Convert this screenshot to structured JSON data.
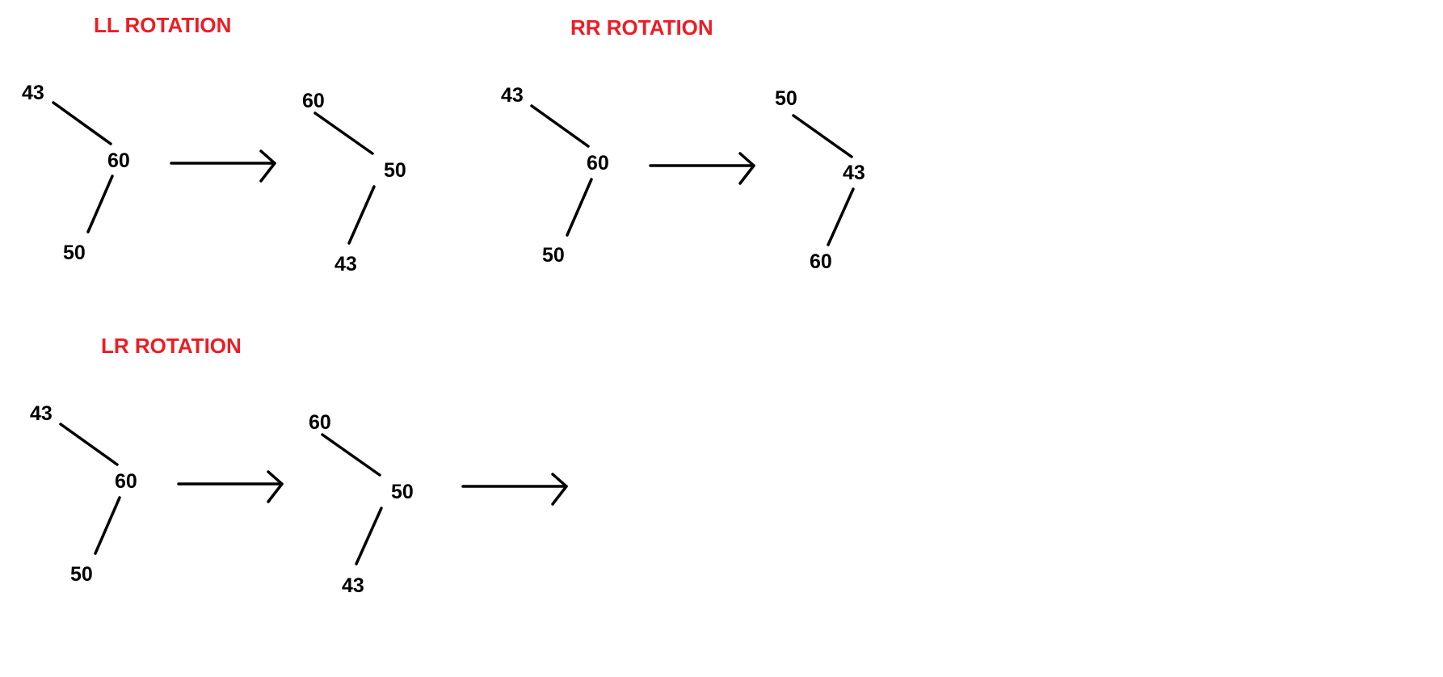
{
  "colors": {
    "title": "#ed1c24",
    "ink": "#000000",
    "background": "#ffffff"
  },
  "sections": {
    "ll": {
      "title": "LL ROTATION",
      "before": {
        "top": "43",
        "middle": "60",
        "bottom": "50"
      },
      "after": {
        "top": "60",
        "middle": "50",
        "bottom": "43"
      }
    },
    "rr": {
      "title": "RR ROTATION",
      "before": {
        "top": "43",
        "middle": "60",
        "bottom": "50"
      },
      "after": {
        "top": "50",
        "middle": "43",
        "bottom": "60"
      }
    },
    "lr": {
      "title": "LR ROTATION",
      "before": {
        "top": "43",
        "middle": "60",
        "bottom": "50"
      },
      "after": {
        "top": "60",
        "middle": "50",
        "bottom": "43"
      }
    }
  }
}
